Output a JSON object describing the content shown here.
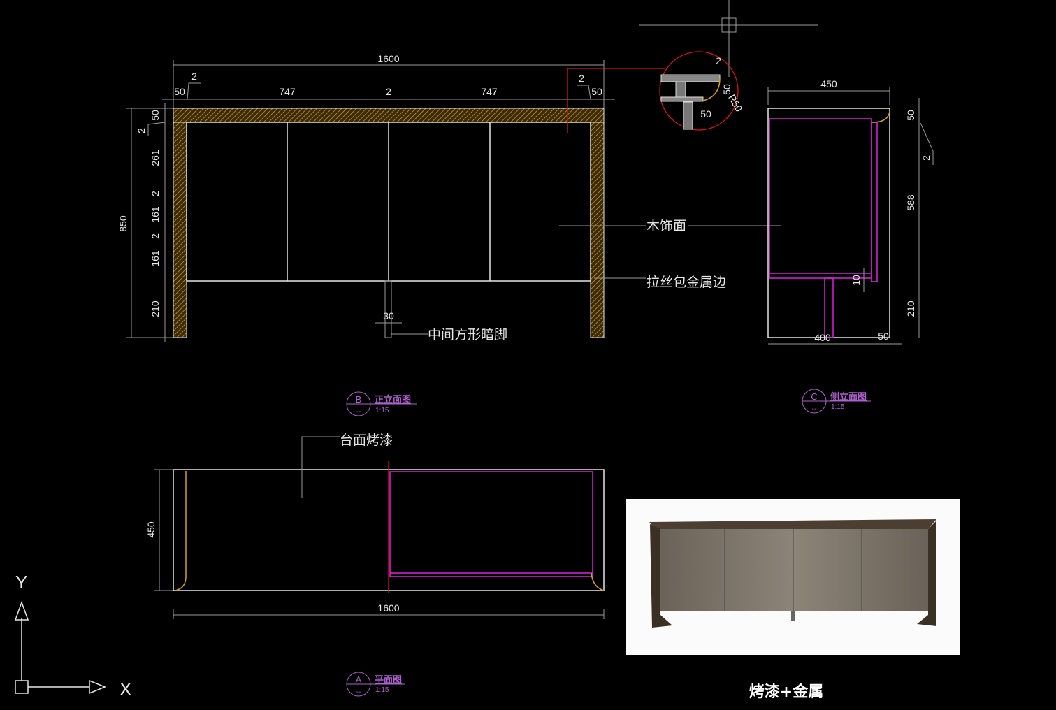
{
  "front_elevation": {
    "overall_width": "1600",
    "segments": [
      "50",
      "747",
      "2",
      "747",
      "50"
    ],
    "gap_left": "2",
    "gap_right": "2",
    "overall_height": "850",
    "heights": [
      "50",
      "261",
      "2",
      "161",
      "2",
      "161",
      "210"
    ],
    "top_gap": "2",
    "leg_width": "30",
    "labels": {
      "wood": "木饰面",
      "metal_edge": "拉丝包金属边",
      "hidden_leg": "中间方形暗脚"
    },
    "title": {
      "letter": "B",
      "name": "正立面图",
      "scale": "1:15",
      "sheet": "--"
    }
  },
  "detail": {
    "dim_2": "2",
    "dim_50_v": "50",
    "dim_50_h": "50",
    "radius": "R50"
  },
  "side_elevation": {
    "width": "450",
    "heights": [
      "50",
      "2",
      "588",
      "210"
    ],
    "inner_gap": "10",
    "bottom_dims": [
      "400",
      "50"
    ],
    "title": {
      "letter": "C",
      "name": "侧立面图",
      "scale": "1:15",
      "sheet": "--"
    }
  },
  "plan": {
    "width": "1600",
    "depth": "450",
    "label": "台面烤漆",
    "title": {
      "letter": "A",
      "name": "平面图",
      "scale": "1:15",
      "sheet": "--"
    }
  },
  "photo": {
    "caption": "烤漆+金属"
  },
  "ucs": {
    "x_label": "X",
    "y_label": "Y"
  }
}
